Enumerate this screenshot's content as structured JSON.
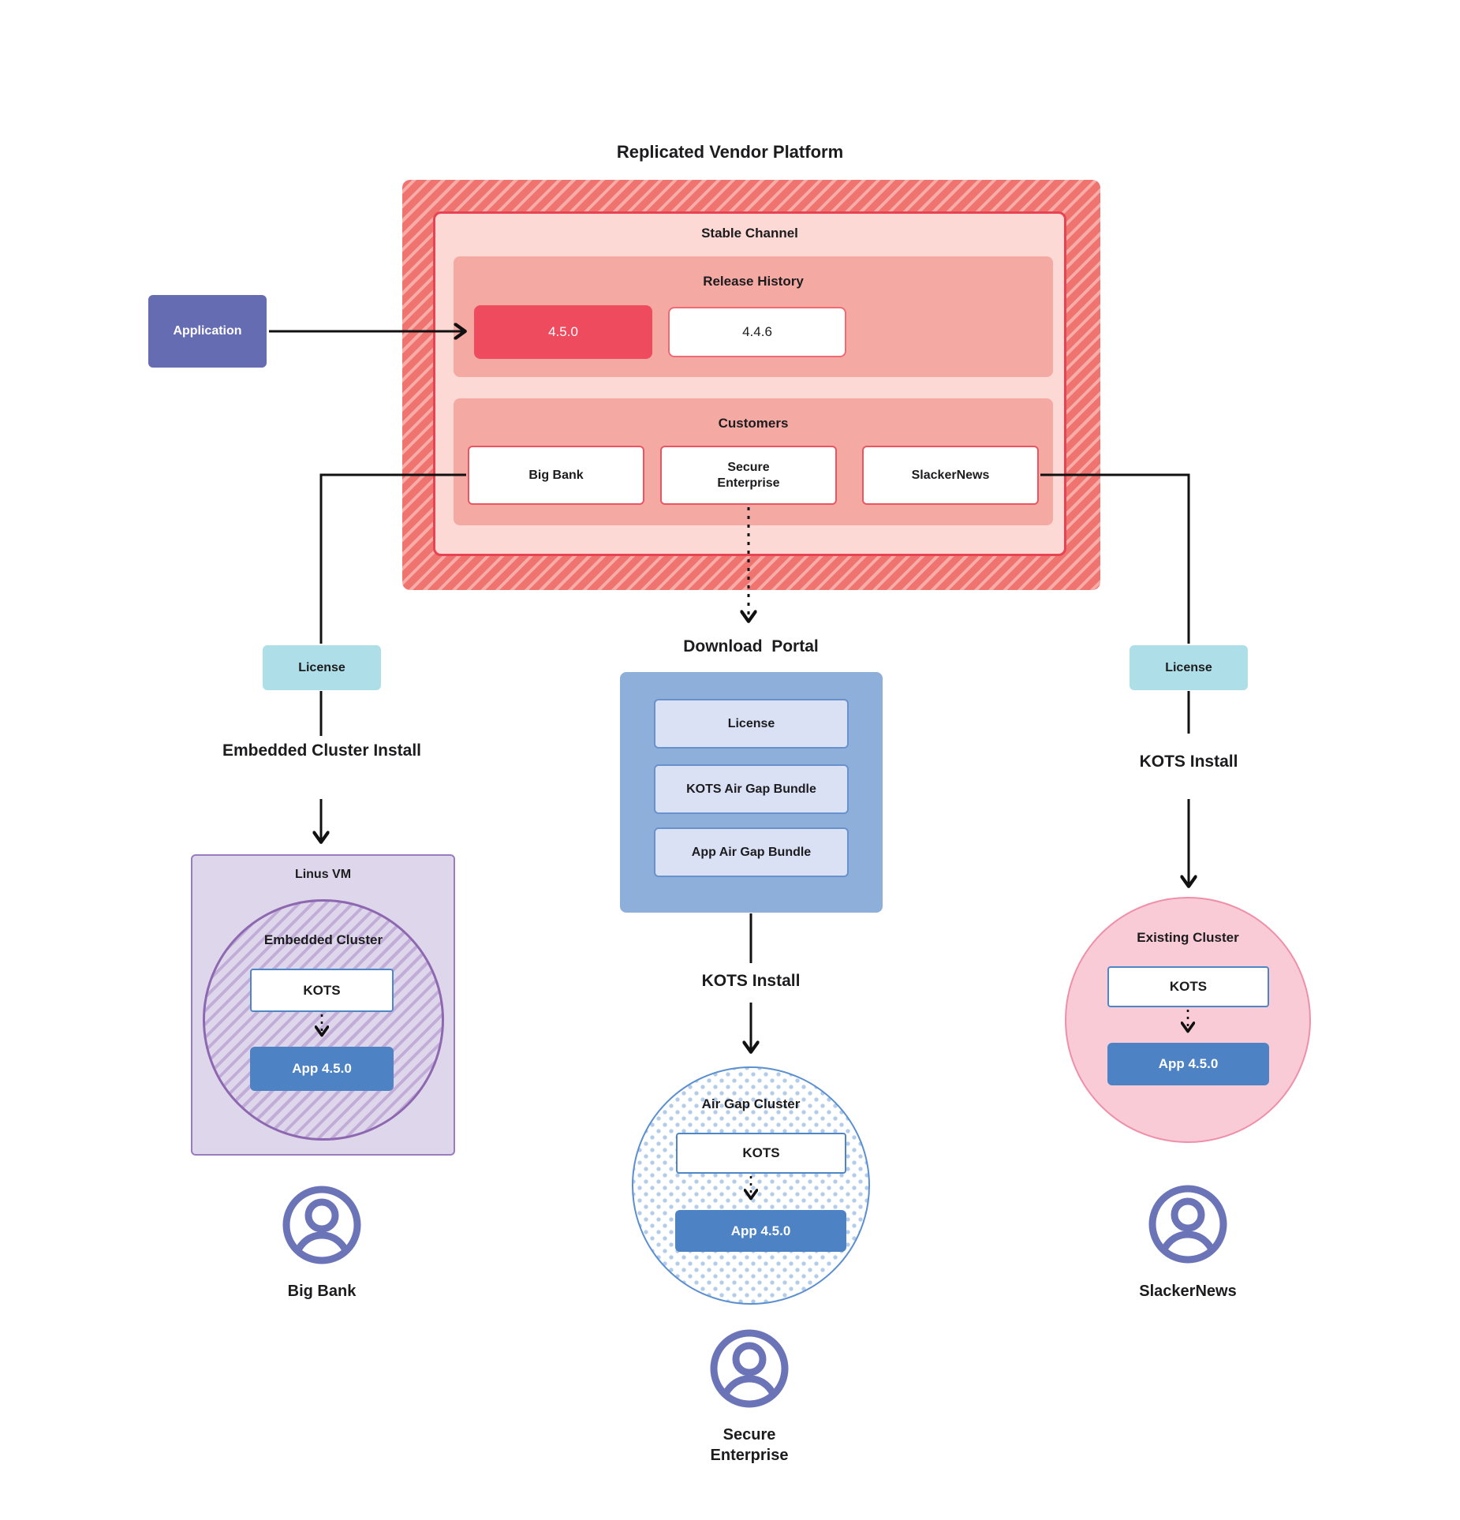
{
  "title": "Replicated Vendor Platform",
  "platform": {
    "stable_channel_label": "Stable Channel",
    "release_history": {
      "label": "Release History",
      "releases": [
        {
          "version": "4.5.0",
          "state": "current"
        },
        {
          "version": "4.4.6",
          "state": "previous"
        }
      ]
    },
    "customers": {
      "label": "Customers",
      "items": [
        {
          "name": "Big Bank"
        },
        {
          "name": "Secure Enterprise"
        },
        {
          "name": "SlackerNews"
        }
      ]
    }
  },
  "application_label": "Application",
  "left_branch": {
    "license_label": "License",
    "install_label": "Embedded Cluster Install",
    "vm_label": "Linus VM",
    "cluster_label": "Embedded Cluster",
    "kots_label": "KOTS",
    "app_label": "App 4.5.0",
    "user_label": "Big Bank"
  },
  "middle_branch": {
    "portal_title": "Download  Portal",
    "portal_items": [
      {
        "label": "License"
      },
      {
        "label": "KOTS Air Gap Bundle"
      },
      {
        "label": "App Air Gap Bundle"
      }
    ],
    "install_label": "KOTS Install",
    "cluster_label": "Air Gap Cluster",
    "kots_label": "KOTS",
    "app_label": "App 4.5.0",
    "user_label": "Secure Enterprise"
  },
  "right_branch": {
    "license_label": "License",
    "install_label": "KOTS Install",
    "cluster_label": "Existing Cluster",
    "kots_label": "KOTS",
    "app_label": "App 4.5.0",
    "user_label": "SlackerNews"
  },
  "icons": {
    "user": "person-in-circle"
  },
  "colors": {
    "red_accent": "#ee4b5e",
    "red_hatch_dark": "#ef736e",
    "red_hatch_light": "#f7aca8",
    "salmon_container": "#f5a9a3",
    "pink_panel": "#fcd9d5",
    "panel_border_red": "#e84352",
    "teal_license": "#aedfe9",
    "portal_blue": "#8fafdb",
    "portal_item_fill": "#dbe1f5",
    "portal_item_border": "#6792cd",
    "app_blue": "#4d82c4",
    "kots_border_blue": "#4f86c6",
    "purple_application": "#666cb2",
    "lavender_vm": "#ded7eb",
    "purple_border": "#8d68b0",
    "pink_cluster_fill": "#f9cbd7",
    "pink_cluster_border": "#ef8fa9",
    "user_icon": "#6c74b8",
    "connector": "#111111"
  }
}
